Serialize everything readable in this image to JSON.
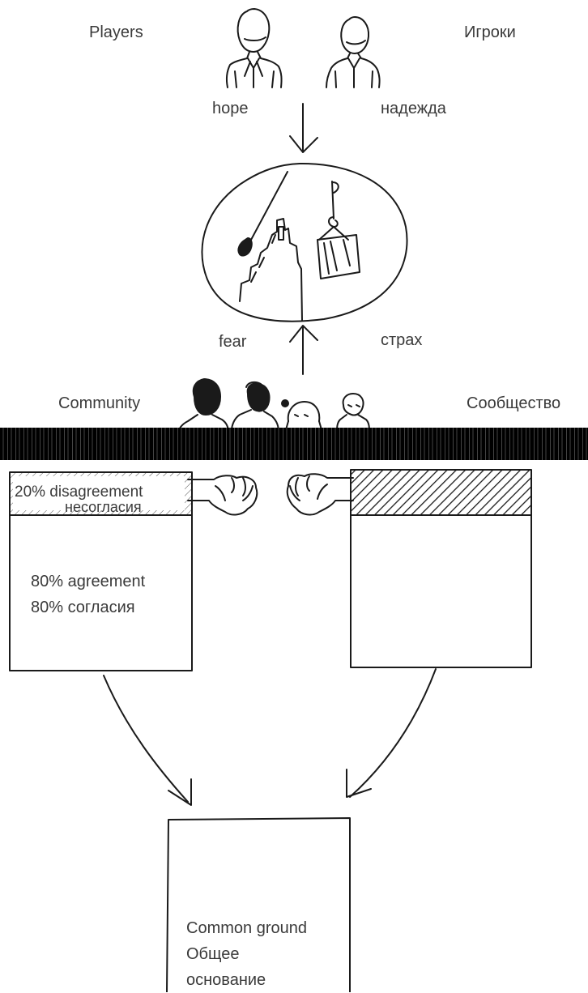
{
  "top": {
    "players_en": "Players",
    "players_ru": "Игроки",
    "hope_en": "hope",
    "hope_ru": "надежда",
    "fear_en": "fear",
    "fear_ru": "страх",
    "community_en": "Community",
    "community_ru": "Сообщество"
  },
  "bottom": {
    "disagreement_en": "20% disagreement",
    "disagreement_ru": "несогласия",
    "agreement_en": "80% agreement",
    "agreement_ru": "80% согласия",
    "common_en": "Common ground",
    "common_ru_1": "Общее",
    "common_ru_2": "основание"
  },
  "colors": {
    "ink": "#1a1a1a",
    "text": "#3a3a3a",
    "background": "#ffffff",
    "overlay": "#000000"
  }
}
